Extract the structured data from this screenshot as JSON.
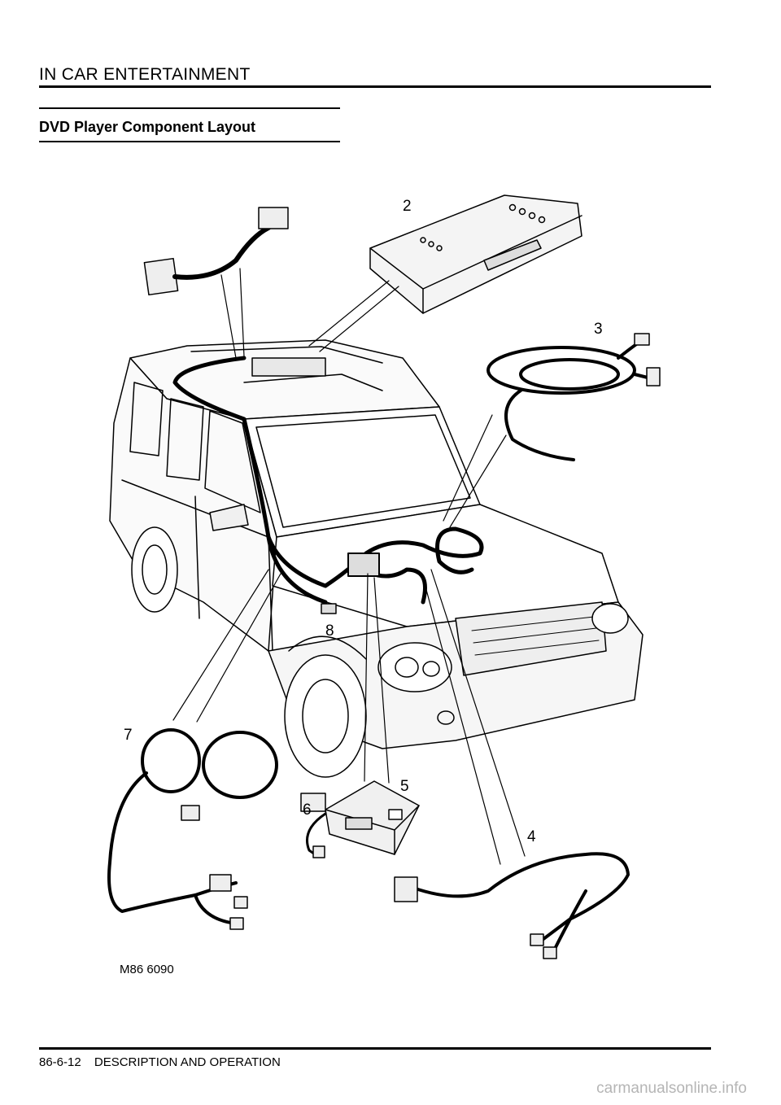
{
  "header": {
    "title": "IN CAR ENTERTAINMENT"
  },
  "section": {
    "title": "DVD Player Component Layout"
  },
  "figure": {
    "callouts": [
      "2",
      "3",
      "4",
      "5",
      "6",
      "7",
      "8"
    ],
    "reference": "M86 6090"
  },
  "footer": {
    "page_number": "86-6-12",
    "section_name": "DESCRIPTION AND OPERATION"
  },
  "watermark": "carmanualsonline.info"
}
